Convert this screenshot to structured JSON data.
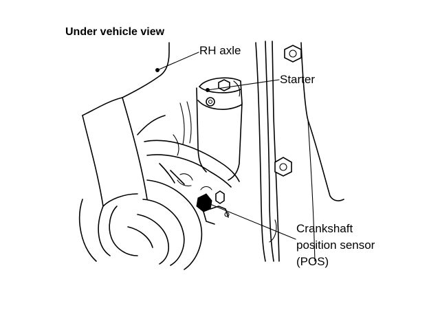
{
  "diagram": {
    "title": "Under vehicle view",
    "labels": {
      "rh_axle": "RH axle",
      "starter": "Starter",
      "crankshaft_sensor": [
        "Crankshaft",
        "position sensor",
        "(POS)"
      ]
    }
  }
}
